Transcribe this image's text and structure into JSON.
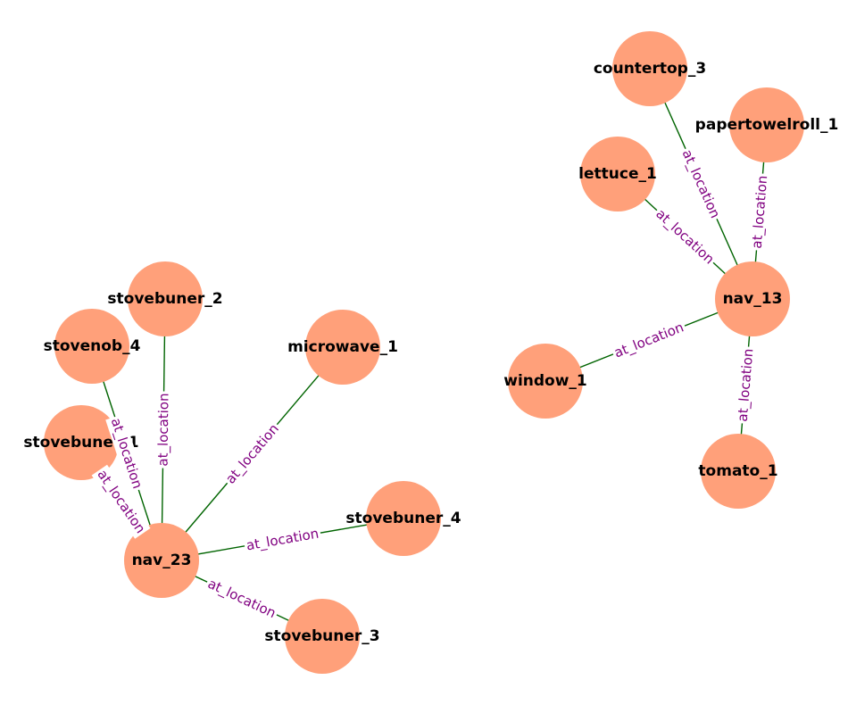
{
  "colors": {
    "node_fill": "#ffa07a",
    "edge": "#006400",
    "edge_label": "#800080",
    "node_label": "#000000",
    "background": "#ffffff"
  },
  "nodes": [
    {
      "id": "countertop_3",
      "label": "countertop_3"
    },
    {
      "id": "papertowelroll_1",
      "label": "papertowelroll_1"
    },
    {
      "id": "lettuce_1",
      "label": "lettuce_1"
    },
    {
      "id": "nav_13",
      "label": "nav_13"
    },
    {
      "id": "window_1",
      "label": "window_1"
    },
    {
      "id": "tomato_1",
      "label": "tomato_1"
    },
    {
      "id": "stovebuner_2",
      "label": "stovebuner_2"
    },
    {
      "id": "stovenob_4",
      "label": "stovenob_4"
    },
    {
      "id": "microwave_1",
      "label": "microwave_1"
    },
    {
      "id": "stovebuner_1",
      "label": "stovebuner_1"
    },
    {
      "id": "stovebuner_4",
      "label": "stovebuner_4"
    },
    {
      "id": "nav_23",
      "label": "nav_23"
    },
    {
      "id": "stovebuner_3",
      "label": "stovebuner_3"
    }
  ],
  "edges": [
    {
      "source": "countertop_3",
      "target": "nav_13",
      "label": "at_location"
    },
    {
      "source": "papertowelroll_1",
      "target": "nav_13",
      "label": "at_location"
    },
    {
      "source": "lettuce_1",
      "target": "nav_13",
      "label": "at_location"
    },
    {
      "source": "window_1",
      "target": "nav_13",
      "label": "at_location"
    },
    {
      "source": "tomato_1",
      "target": "nav_13",
      "label": "at_location"
    },
    {
      "source": "stovebuner_2",
      "target": "nav_23",
      "label": "at_location"
    },
    {
      "source": "stovenob_4",
      "target": "nav_23",
      "label": "at_location"
    },
    {
      "source": "microwave_1",
      "target": "nav_23",
      "label": "at_location"
    },
    {
      "source": "stovebuner_1",
      "target": "nav_23",
      "label": "at_location"
    },
    {
      "source": "stovebuner_4",
      "target": "nav_23",
      "label": "at_location"
    },
    {
      "source": "stovebuner_3",
      "target": "nav_23",
      "label": "at_location"
    }
  ]
}
